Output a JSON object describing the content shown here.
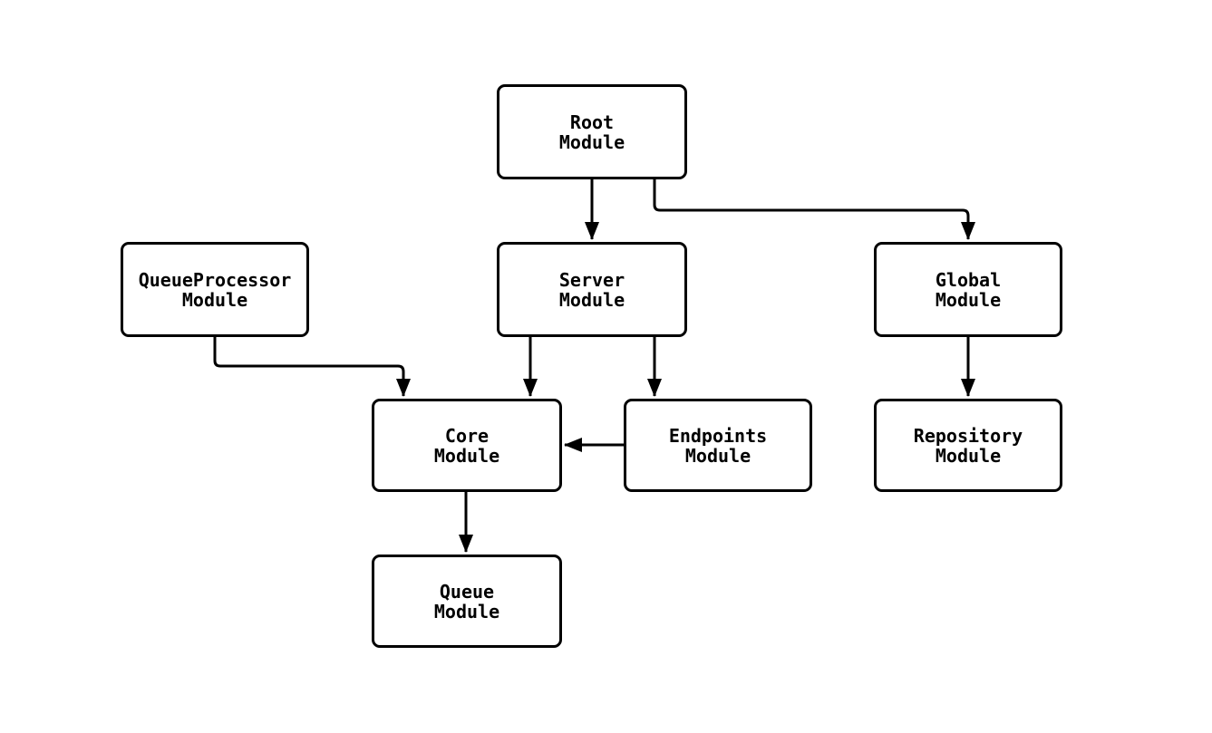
{
  "diagram": {
    "type": "module-dependency-flowchart",
    "colors": {
      "background": "#ffffff",
      "node_fill": "#ffffff",
      "node_border": "#000000",
      "edge_stroke": "#000000",
      "text": "#000000"
    },
    "nodes": {
      "root": {
        "line1": "Root",
        "line2": "Module"
      },
      "queueprocessor": {
        "line1": "QueueProcessor",
        "line2": "Module"
      },
      "server": {
        "line1": "Server",
        "line2": "Module"
      },
      "global": {
        "line1": "Global",
        "line2": "Module"
      },
      "core": {
        "line1": "Core",
        "line2": "Module"
      },
      "endpoints": {
        "line1": "Endpoints",
        "line2": "Module"
      },
      "repository": {
        "line1": "Repository",
        "line2": "Module"
      },
      "queue": {
        "line1": "Queue",
        "line2": "Module"
      }
    },
    "edges": [
      {
        "from": "Root Module",
        "to": "Server Module"
      },
      {
        "from": "Root Module",
        "to": "Global Module"
      },
      {
        "from": "QueueProcessor Module",
        "to": "Core Module"
      },
      {
        "from": "Server Module",
        "to": "Core Module"
      },
      {
        "from": "Server Module",
        "to": "Endpoints Module"
      },
      {
        "from": "Global Module",
        "to": "Repository Module"
      },
      {
        "from": "Endpoints Module",
        "to": "Core Module"
      },
      {
        "from": "Core Module",
        "to": "Queue Module"
      }
    ]
  }
}
